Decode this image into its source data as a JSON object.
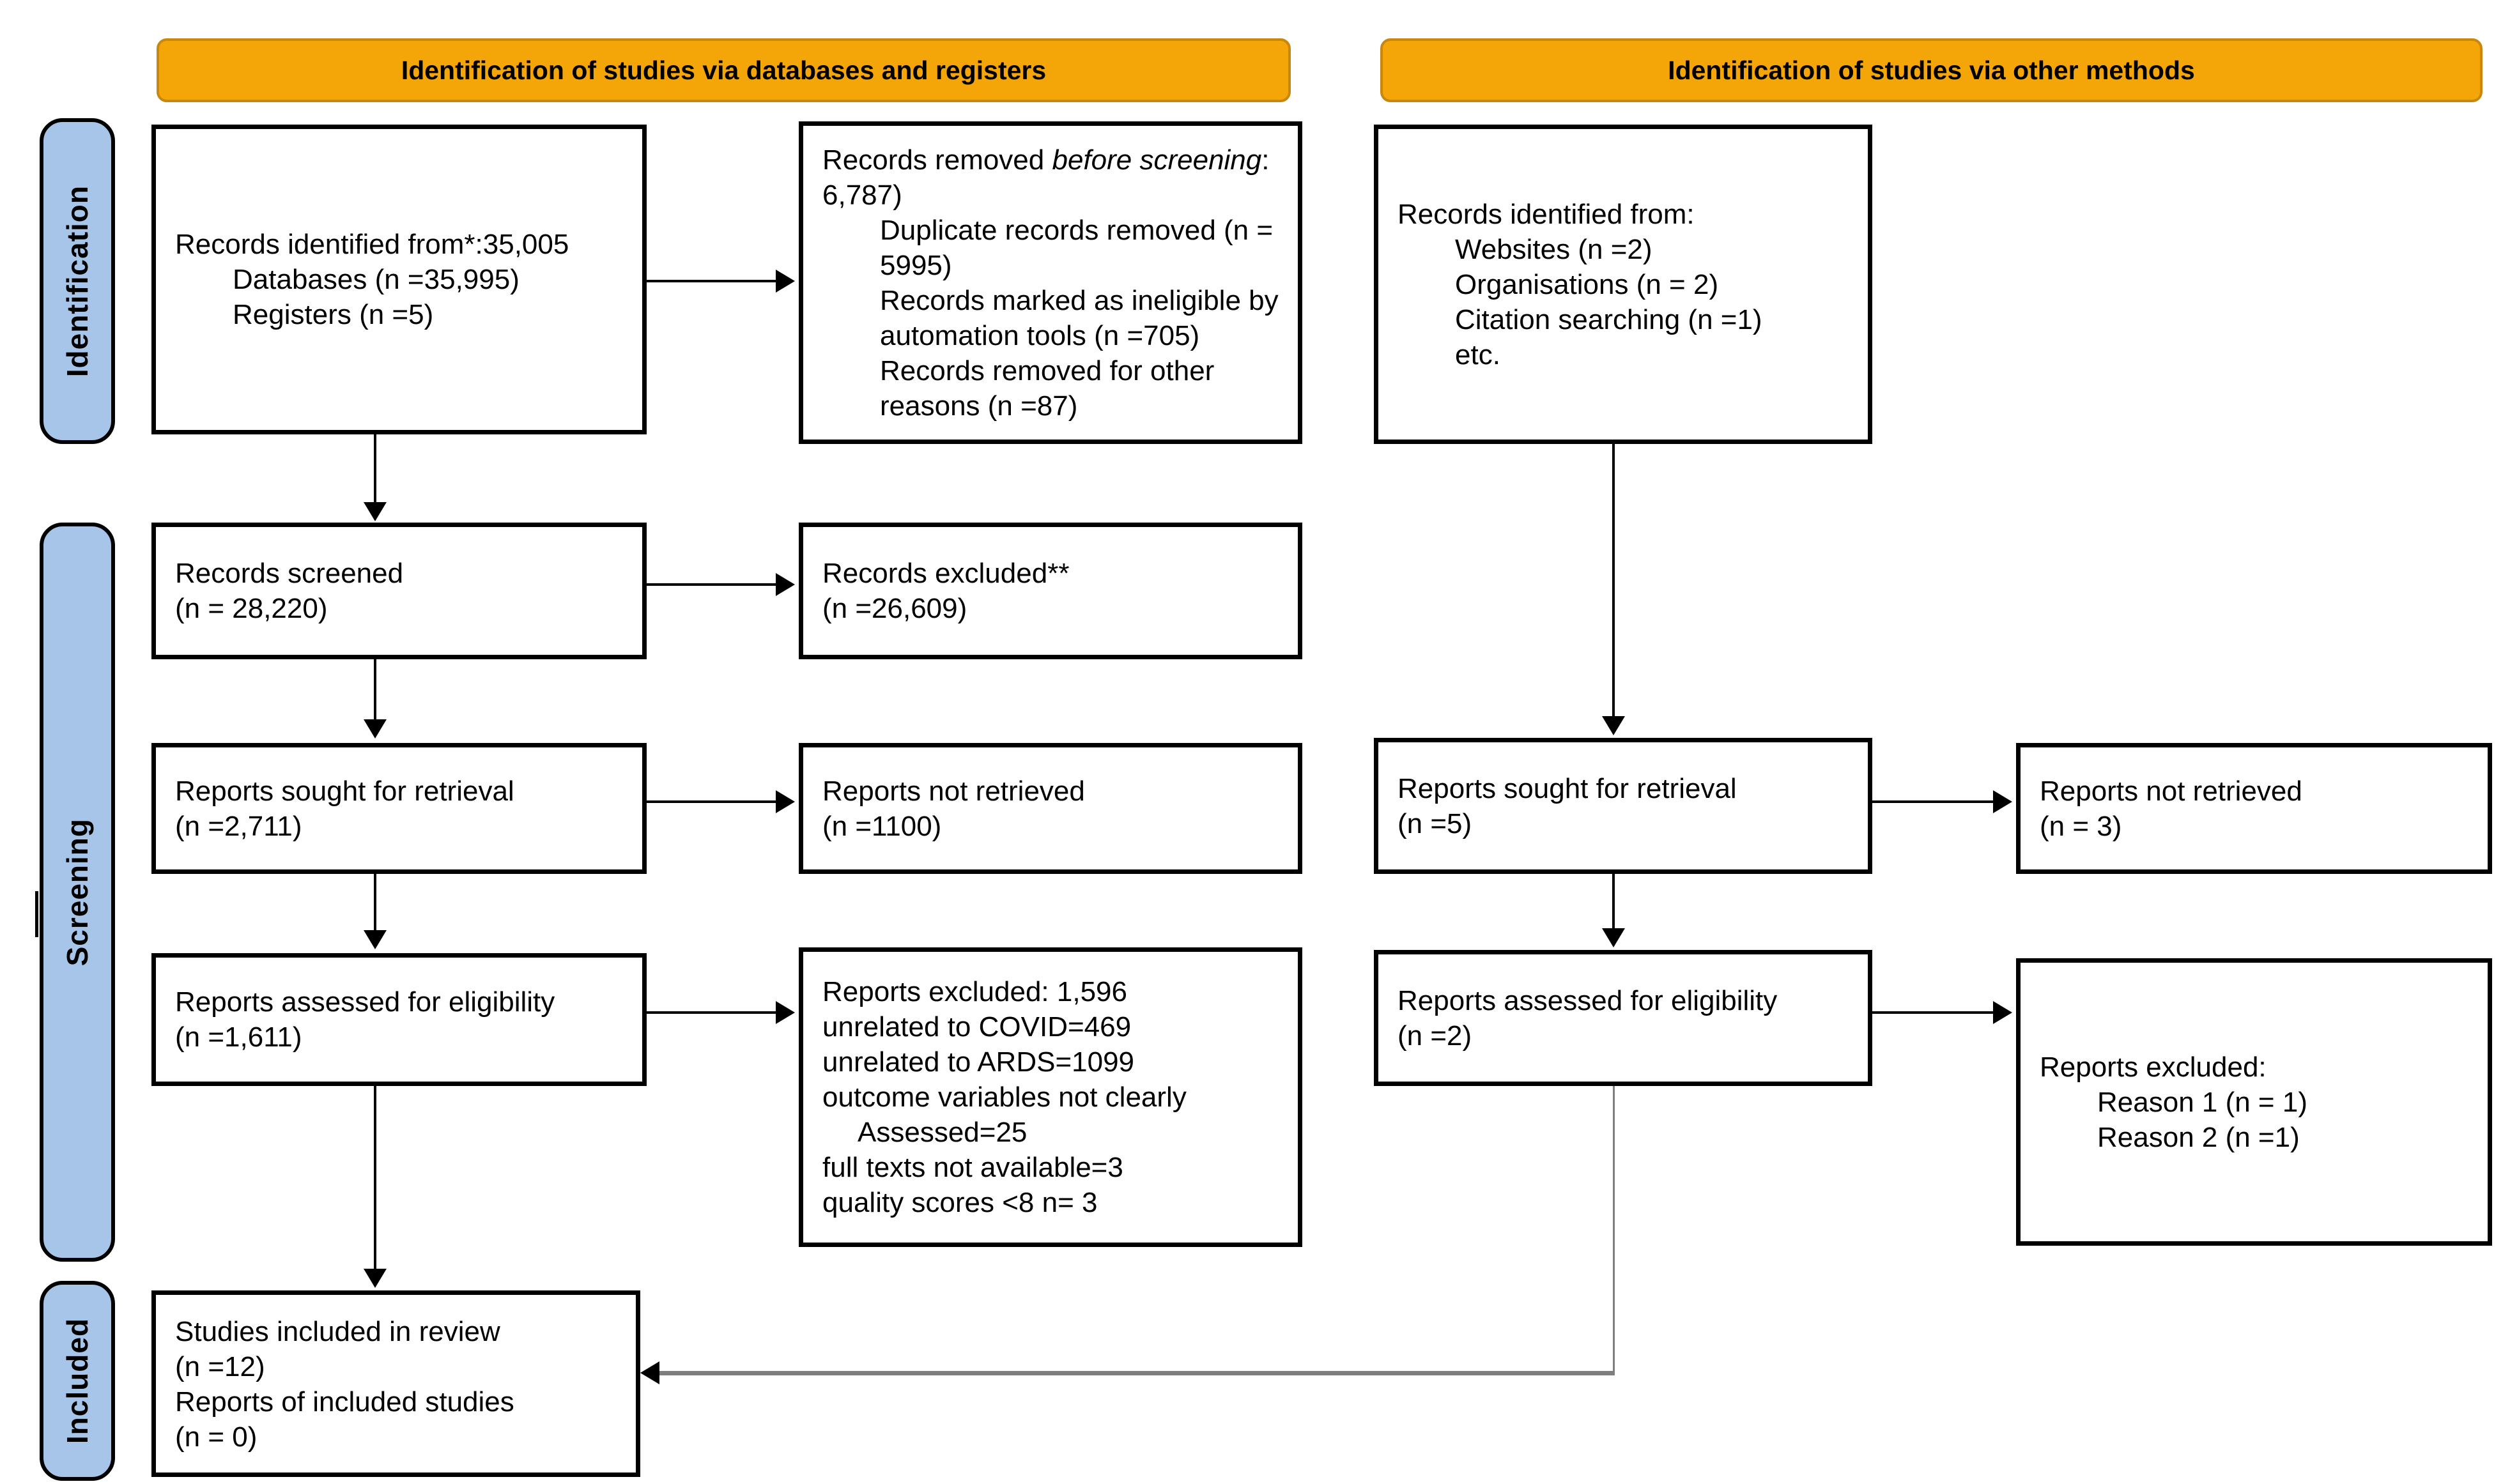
{
  "colors": {
    "header_bg": "#F4A608",
    "header_border": "#C8870E",
    "sidebar_bg": "#A6C5E8",
    "box_border": "#000000",
    "arrow": "#000000",
    "gray_arrow": "#7F7F7F"
  },
  "headers": {
    "databases": "Identification of studies via databases and registers",
    "other_methods": "Identification of studies via other methods"
  },
  "sidebar": {
    "identification": "Identification",
    "screening": "Screening",
    "included": "Included"
  },
  "database_flow": {
    "identified": {
      "line1": "Records identified from*:35,005",
      "items": [
        "Databases (n =35,995)",
        "Registers (n =5)"
      ]
    },
    "screened": {
      "line1": "Records screened",
      "line2": "(n = 28,220)"
    },
    "sought": {
      "line1": "Reports sought for retrieval",
      "line2": "(n =2,711)"
    },
    "assessed": {
      "line1": "Reports assessed for eligibility",
      "line2": "(n =1,611)"
    },
    "included": {
      "line1": "Studies included in review",
      "line2": "(n =12)",
      "line3": "Reports of included studies",
      "line4": "(n = 0)"
    }
  },
  "database_exclusions": {
    "removed": {
      "prefix": "Records removed ",
      "italic": "before screening",
      "suffix": ": 6,787)",
      "items": [
        "Duplicate records removed (n = 5995)",
        "Records marked as ineligible by automation tools (n =705)",
        "Records removed for other reasons (n =87)"
      ]
    },
    "excluded": {
      "line1": "Records excluded**",
      "line2": "(n =26,609)"
    },
    "not_retrieved": {
      "line1": "Reports not retrieved",
      "line2": "(n =1100)"
    },
    "reports_excluded": {
      "line1": "Reports excluded: 1,596",
      "line2": "unrelated to COVID=469",
      "line3": "unrelated to ARDS=1099",
      "line4": "outcome variables not clearly",
      "line5": "Assessed=25",
      "line6": "full texts not available=3",
      "line7": "quality scores <8 n= 3"
    }
  },
  "other_flow": {
    "identified": {
      "line1": "Records identified from:",
      "items": [
        "Websites (n =2)",
        "Organisations (n = 2)",
        "Citation searching (n =1)",
        "etc."
      ]
    },
    "sought": {
      "line1": "Reports sought for retrieval",
      "line2": "(n =5)"
    },
    "assessed": {
      "line1": "Reports assessed for eligibility",
      "line2": "(n =2)"
    }
  },
  "other_exclusions": {
    "not_retrieved": {
      "line1": "Reports not retrieved",
      "line2": "(n = 3)"
    },
    "reports_excluded": {
      "line1": "Reports excluded:",
      "items": [
        "Reason 1 (n = 1)",
        "Reason 2 (n =1)"
      ]
    }
  }
}
